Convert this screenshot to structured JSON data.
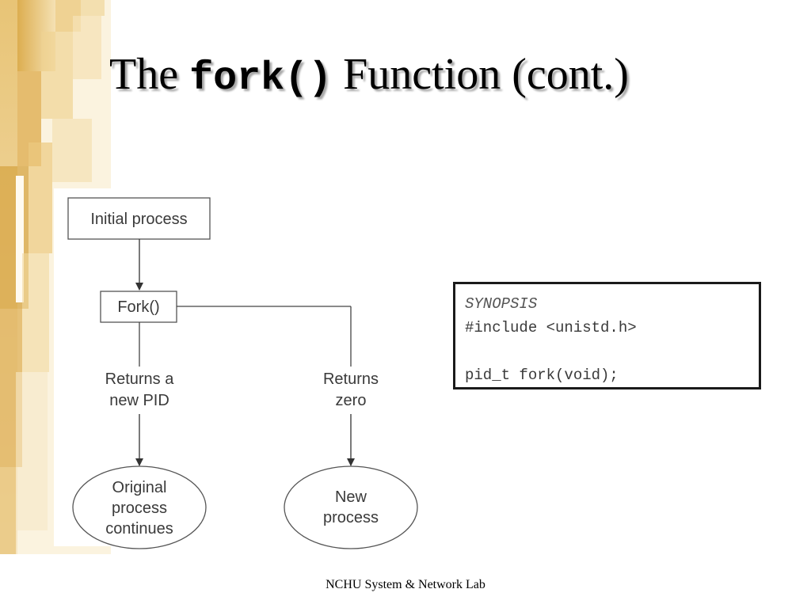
{
  "slide": {
    "title_prefix": "The",
    "title_code": "fork()",
    "title_suffix": "Function (cont.)",
    "footer": "NCHU System & Network Lab"
  },
  "diagram": {
    "initial": "Initial process",
    "fork": "Fork()",
    "left_label": [
      "Returns a",
      "new PID"
    ],
    "right_label": [
      "Returns",
      "zero"
    ],
    "left_result": [
      "Original",
      "process",
      "continues"
    ],
    "right_result": [
      "New",
      "process"
    ]
  },
  "synopsis": {
    "heading": "SYNOPSIS",
    "include": "#include <unistd.h>",
    "signature": "pid_t fork(void);"
  }
}
